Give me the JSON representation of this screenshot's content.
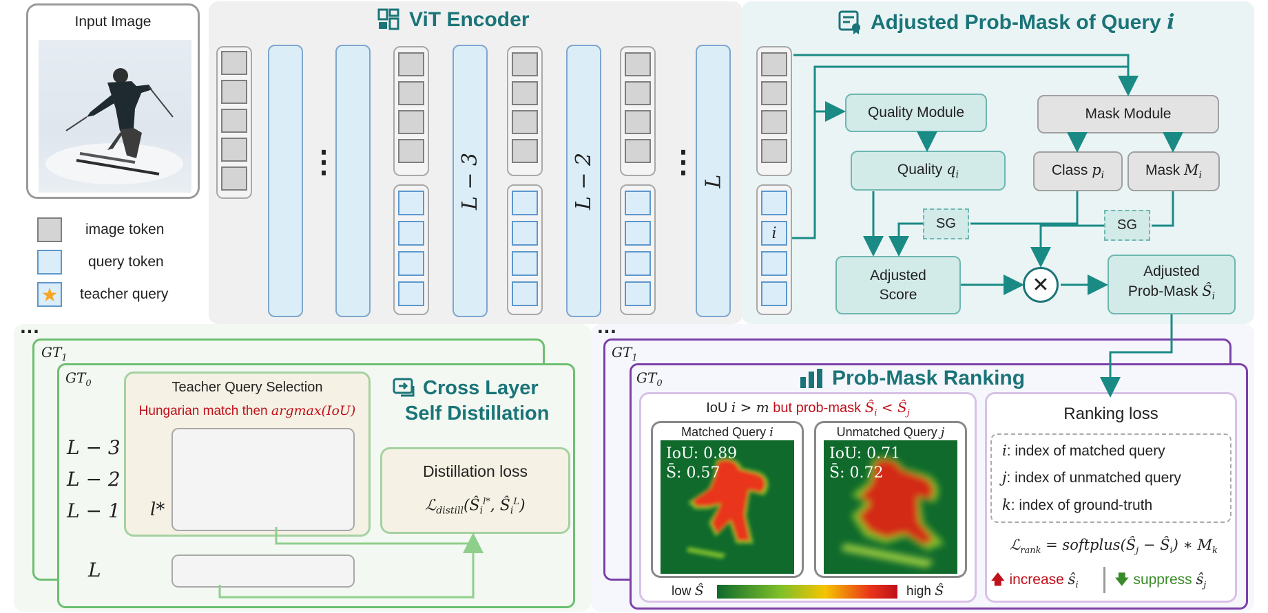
{
  "input": {
    "title": "Input Image"
  },
  "legend": {
    "image_token": "image token",
    "query_token": "query token",
    "teacher_query": "teacher  query"
  },
  "vit": {
    "title": "ViT Encoder",
    "dots": "⋮",
    "layers": [
      "L − 3",
      "L − 2",
      "L"
    ],
    "query_label": "i"
  },
  "mask_panel": {
    "title_prefix": "Adjusted Prob-Mask of Query ",
    "title_var": "i",
    "quality_module": "Quality  Module",
    "mask_module": "Mask Module",
    "quality": "Quality ",
    "quality_var": "q",
    "quality_sub": "i",
    "class_label": "Class ",
    "class_var": "p",
    "class_sub": "i",
    "mask_label": "Mask ",
    "mask_var": "M",
    "mask_sub": "i",
    "sg": "SG",
    "adjusted_score_1": "Adjusted",
    "adjusted_score_2": "Score",
    "times": "✕",
    "adjusted_mask_1": "Adjusted",
    "adjusted_mask_2": "Prob-Mask ",
    "adjusted_mask_var": "Ŝ",
    "adjusted_mask_sub": "i"
  },
  "distill": {
    "ellipsis": "…",
    "gt1": "GT",
    "gt1_sub": "1",
    "gt0": "GT",
    "gt0_sub": "0",
    "teacher_title": "Teacher Query Selection",
    "hungarian": "Hungarian match then ",
    "hungarian_math": "argmax(IoU)",
    "rows": [
      "L − 3",
      "L − 2",
      "L − 1"
    ],
    "lstar": "l*",
    "last_row": "L",
    "query_label": "i",
    "title_line1": "Cross Layer",
    "title_line2": "Self Distillation",
    "loss_title": "Distillation loss",
    "loss_formula": "ℒ",
    "loss_sub": "distill",
    "loss_args": "(Ŝ",
    "loss_args_2": "l*",
    "loss_args_3": ", Ŝ",
    "loss_args_4": "L",
    "loss_args_5": ")",
    "star": "★"
  },
  "rank": {
    "ellipsis": "…",
    "gt1": "GT",
    "gt1_sub": "1",
    "gt0": "GT",
    "gt0_sub": "0",
    "title": "Prob-Mask Ranking",
    "iou_text": "IoU ",
    "iou_cond": "i > m",
    "but_text": "  but prob-mask ",
    "but_cond": "Ŝ",
    "but_cond_2": "i",
    "but_cond_3": " < Ŝ",
    "but_cond_4": "j",
    "matched_title": "Matched Query ",
    "matched_var": "i",
    "unmatched_title": "Unmatched Query ",
    "unmatched_var": "j",
    "matched_iou": "IoU: 0.89",
    "matched_s": "S̄: 0.57",
    "unmatched_iou": "IoU: 0.71",
    "unmatched_s": "S̄: 0.72",
    "low": "low ",
    "high": "high ",
    "s_hat": "Ŝ",
    "loss_title": "Ranking loss",
    "def_i_var": "i",
    "def_i": ":  index of matched query",
    "def_j_var": "j",
    "def_j": ": index of unmatched query",
    "def_k_var": "k",
    "def_k": ":  index of ground-truth",
    "formula_L": "ℒ",
    "formula_sub": "rank",
    "formula_rest": " = softplus(Ŝ",
    "formula_j": "j",
    "formula_mid": " − Ŝ",
    "formula_i": "i",
    "formula_end": ") ∗ M",
    "formula_k": "k",
    "increase": "increase ",
    "increase_var": "ŝ",
    "increase_sub": "i",
    "suppress": "suppress ",
    "suppress_var": "ŝ",
    "suppress_sub": "j",
    "up_arrow": "🡅",
    "down_arrow": "🡇"
  },
  "colors": {
    "teal": "#1a7478",
    "green": "#6cbf70",
    "purple": "#7b3fa8",
    "red": "#c0101a",
    "query_blue": "#5c97cc"
  }
}
